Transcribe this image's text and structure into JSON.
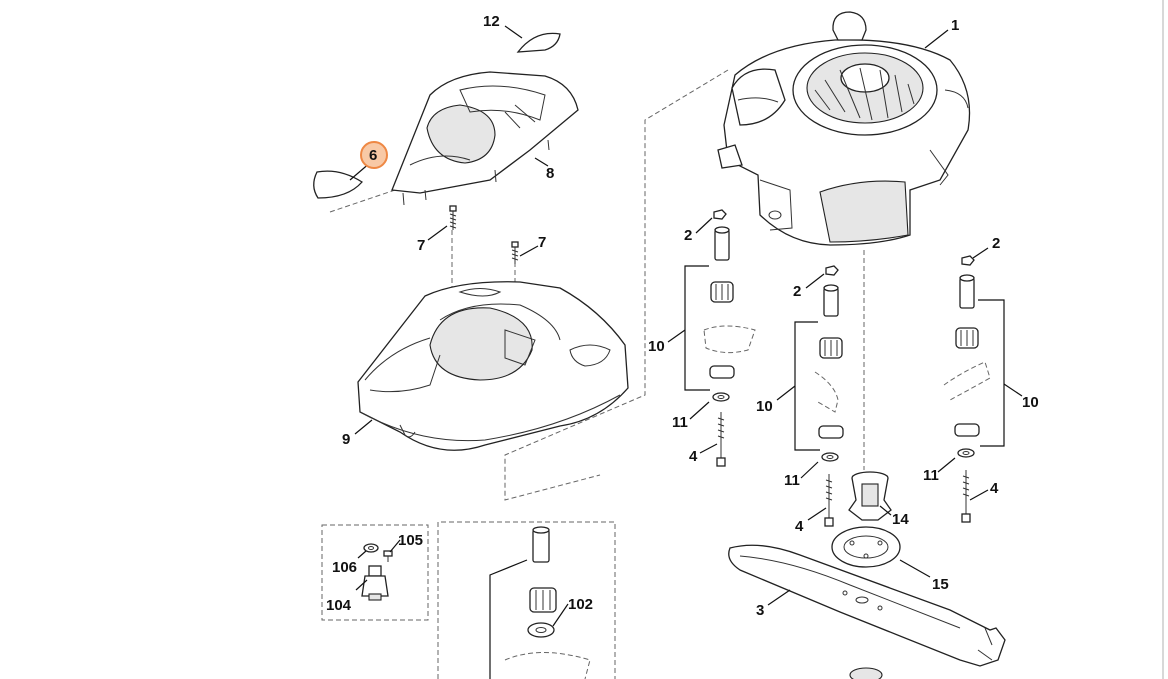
{
  "callouts": {
    "c1": "1",
    "c2a": "2",
    "c2b": "2",
    "c2c": "2",
    "c3": "3",
    "c4a": "4",
    "c4b": "4",
    "c4c": "4",
    "c6": "6",
    "c7a": "7",
    "c7b": "7",
    "c8": "8",
    "c9": "9",
    "c10a": "10",
    "c10b": "10",
    "c10c": "10",
    "c11a": "11",
    "c11b": "11",
    "c11c": "11",
    "c12": "12",
    "c14": "14",
    "c15": "15",
    "c102": "102",
    "c104": "104",
    "c105": "105",
    "c106": "106"
  },
  "highlighted_callout": "6",
  "colors": {
    "highlight_fill": "#f8c9a6",
    "highlight_stroke": "#ee8844",
    "line": "#222222"
  }
}
